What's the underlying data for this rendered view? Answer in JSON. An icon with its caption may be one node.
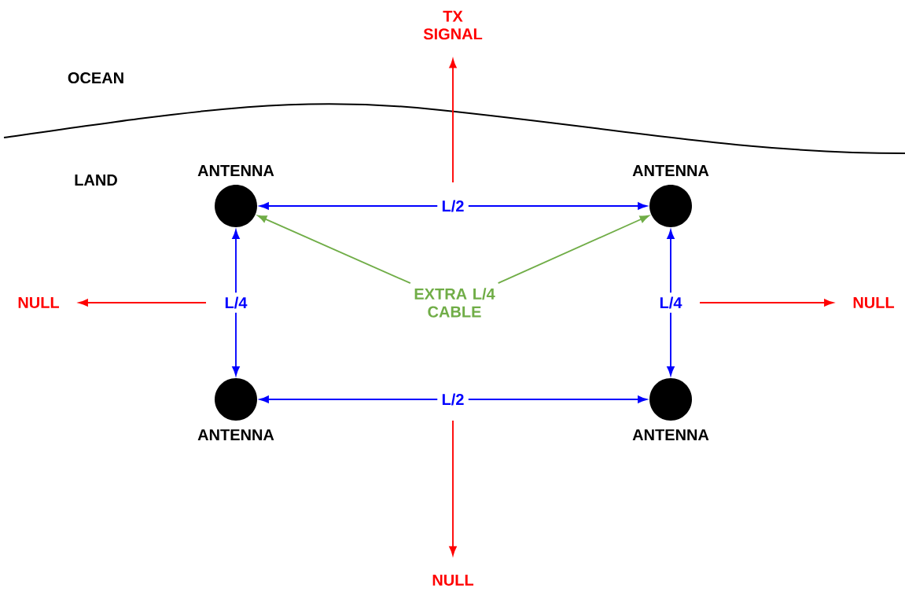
{
  "diagram": {
    "nodes": [
      {
        "text": [],
        "shape": "circle",
        "beside": [
          "ANTENNA"
        ]
      },
      {
        "text": [],
        "shape": "circle",
        "beside": [
          "ANTENNA"
        ]
      },
      {
        "text": [],
        "shape": "circle",
        "beside": [
          "ANTENNA"
        ]
      },
      {
        "text": [],
        "shape": "circle",
        "beside": [
          "ANTENNA"
        ]
      },
      {
        "text": [
          "TX SIGNAL"
        ]
      },
      {
        "text": [
          "NULL"
        ]
      },
      {
        "text": [
          "NULL"
        ]
      },
      {
        "text": [
          "NULL"
        ]
      },
      {
        "text": [
          "EXTRA L/4 CABLE"
        ]
      }
    ],
    "edges": [
      {
        "from": 0,
        "to": 1,
        "arrow": "both",
        "label": "L/2",
        "color": "#0000ff"
      },
      {
        "from": 2,
        "to": 3,
        "arrow": "both",
        "label": "L/2",
        "color": "#0000ff"
      },
      {
        "from": 0,
        "to": 2,
        "arrow": "both",
        "label": "L/4",
        "color": "#0000ff"
      },
      {
        "from": 1,
        "to": 3,
        "arrow": "both",
        "label": "L/4",
        "color": "#0000ff"
      },
      {
        "from": 8,
        "to": 0,
        "arrow": "to",
        "color": "#70ad47"
      },
      {
        "from": 8,
        "to": 1,
        "arrow": "to",
        "color": "#70ad47"
      },
      {
        "from": null,
        "to": 4,
        "arrow": "to",
        "color": "#ff0000"
      },
      {
        "from": null,
        "to": 5,
        "arrow": "to",
        "color": "#ff0000"
      },
      {
        "from": null,
        "to": 6,
        "arrow": "to",
        "color": "#ff0000"
      },
      {
        "from": null,
        "to": 7,
        "arrow": "to",
        "color": "#ff0000"
      }
    ],
    "labels": [
      "OCEAN",
      "LAND"
    ]
  }
}
